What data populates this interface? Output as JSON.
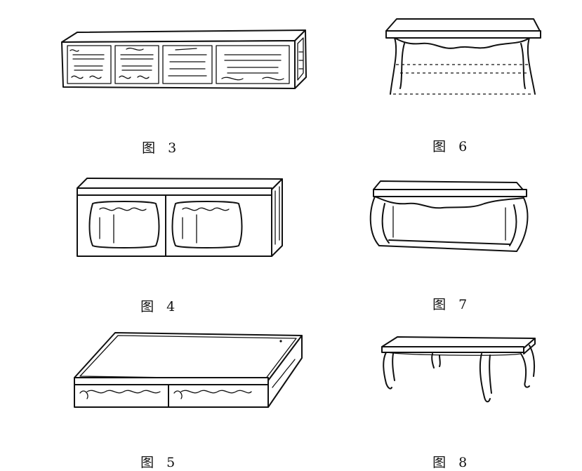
{
  "figures": [
    {
      "id": "fig3",
      "caption_char": "图",
      "caption_num": "3",
      "depicts": "carved-panel-box-platform"
    },
    {
      "id": "fig4",
      "caption_char": "图",
      "caption_num": "4",
      "depicts": "platform-with-oval-openings"
    },
    {
      "id": "fig5",
      "caption_char": "图",
      "caption_num": "5",
      "depicts": "low-platform-bed"
    },
    {
      "id": "fig6",
      "caption_char": "图",
      "caption_num": "6",
      "depicts": "table-with-cusped-apron"
    },
    {
      "id": "fig7",
      "caption_char": "图",
      "caption_num": "7",
      "depicts": "low-table-with-stretchers"
    },
    {
      "id": "fig8",
      "caption_char": "图",
      "caption_num": "8",
      "depicts": "cabriole-leg-low-table"
    }
  ]
}
